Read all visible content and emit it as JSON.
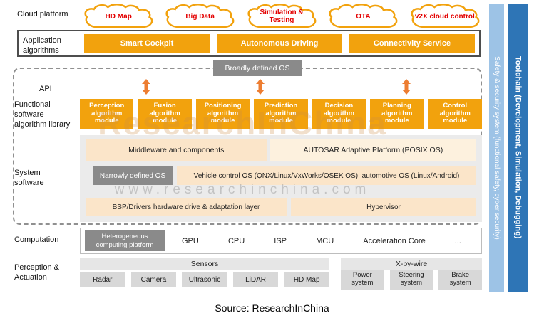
{
  "cloud_platform": {
    "label": "Cloud platform",
    "clouds": [
      "HD Map",
      "Big Data",
      "Simulation & Testing",
      "OTA",
      "v2X cloud control"
    ]
  },
  "application": {
    "label": "Application algorithms",
    "boxes": [
      "Smart Cockpit",
      "Autonomous Driving",
      "Connectivity Service"
    ]
  },
  "broadly_defined_os": "Broadly defined OS",
  "api_label": "API",
  "functional": {
    "label": "Functional software algorithm library",
    "modules": [
      "Perception algorithm module",
      "Fusion algorithm module",
      "Positioning algorithm module",
      "Prediction algorithm module",
      "Decision algorithm module",
      "Planning algorithm module",
      "Control algorithm module"
    ]
  },
  "system_software": {
    "label": "System software",
    "middleware": "Middleware and components",
    "autosar": "AUTOSAR Adaptive Platform (POSIX OS)",
    "narrowly_defined_os": "Narrowly defined OS",
    "vehicle_os": "Vehicle control OS (QNX/Linux/VxWorks/OSEK OS), automotive OS (Linux/Android)",
    "bsp": "BSP/Drivers hardware drive & adaptation layer",
    "hypervisor": "Hypervisor"
  },
  "computation": {
    "label": "Computation",
    "platform": "Heterogeneous computing platform",
    "units": [
      "GPU",
      "CPU",
      "ISP",
      "MCU",
      "Acceleration Core",
      "..."
    ]
  },
  "perception_actuation": {
    "label": "Perception & Actuation",
    "sensors_header": "Sensors",
    "sensors": [
      "Radar",
      "Camera",
      "Ultrasonic",
      "LiDAR",
      "HD Map"
    ],
    "xbywire_header": "X-by-wire",
    "actuators": [
      "Power system",
      "Steering system",
      "Brake system"
    ]
  },
  "sidebars": {
    "safety": "Safety & security system (functional safety, cyber security)",
    "toolchain": "Toolchain (Development, Simulation, Debugging)"
  },
  "watermark": {
    "title": "ResearchInChina",
    "url": "www.researchinchina.com"
  },
  "source": "Source: ResearchInChina",
  "colors": {
    "orange": "#F2A20D",
    "cloud_text_red": "#E30000",
    "gray_box": "#8A8A8A",
    "cream": "#FBE5C9",
    "panel_gray": "#EBEBEB",
    "arrow_orange": "#ED7D31",
    "safety_blue": "#9DC3E6",
    "toolchain_blue": "#2E75B6"
  }
}
